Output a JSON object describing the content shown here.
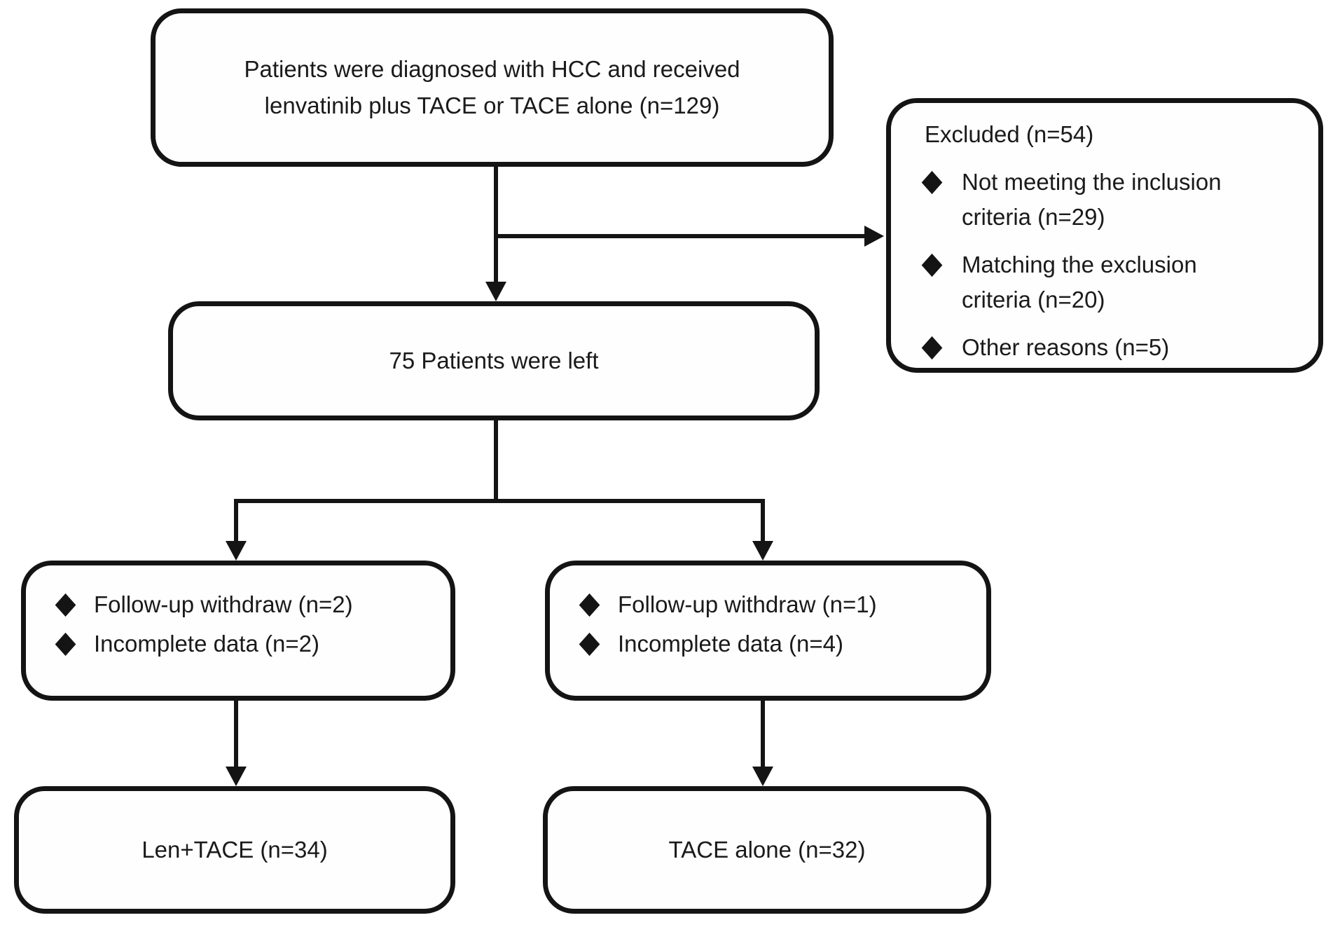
{
  "diagram": {
    "top_box": {
      "lines": [
        "Patients were diagnosed with HCC and received",
        "lenvatinib plus TACE or TACE alone (n=129)"
      ]
    },
    "excluded_box": {
      "title": "Excluded (n=54)",
      "items": [
        [
          "Not meeting the inclusion",
          "criteria (n=29)"
        ],
        [
          "Matching the exclusion",
          "criteria (n=20)"
        ],
        [
          "Other reasons (n=5)"
        ]
      ]
    },
    "middle_box": {
      "text": "75 Patients were left"
    },
    "left_dropout_box": {
      "items": [
        "Follow-up withdraw (n=2)",
        "Incomplete data (n=2)"
      ]
    },
    "right_dropout_box": {
      "items": [
        "Follow-up withdraw (n=1)",
        "Incomplete data (n=4)"
      ]
    },
    "bottom_left_box": {
      "text": "Len+TACE (n=34)"
    },
    "bottom_right_box": {
      "text": "TACE alone (n=32)"
    },
    "icons": {
      "bullet": "diamond"
    },
    "colors": {
      "line": "#141414",
      "background": "#ffffff",
      "text": "#1a1a1a"
    }
  }
}
